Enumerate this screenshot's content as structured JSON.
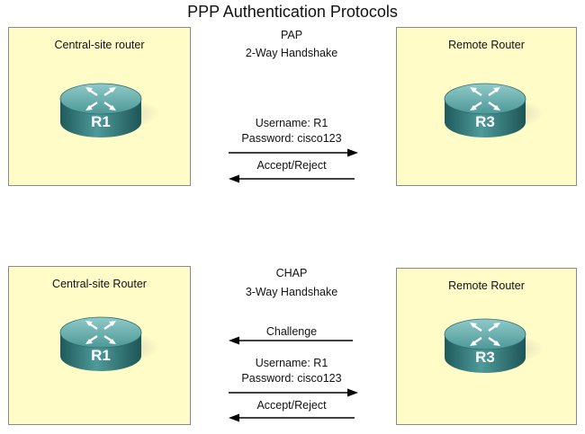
{
  "title": "PPP Authentication Protocols",
  "pap": {
    "left_box_label": "Central-site router",
    "right_box_label": "Remote Router",
    "left_router_name": "R1",
    "right_router_name": "R3",
    "protocol": "PAP",
    "handshake": "2-Way Handshake",
    "message_username": "Username: R1",
    "message_password": "Password: cisco123",
    "reply": "Accept/Reject"
  },
  "chap": {
    "left_box_label": "Central-site Router",
    "right_box_label": "Remote Router",
    "left_router_name": "R1",
    "right_router_name": "R3",
    "protocol": "CHAP",
    "handshake": "3-Way Handshake",
    "challenge": "Challenge",
    "message_username": "Username: R1",
    "message_password": "Password: cisco123",
    "reply": "Accept/Reject"
  },
  "colors": {
    "box_fill": "#fffcc8",
    "router_body": "#3f8a8c",
    "router_top": "#6fb4b3",
    "router_label": "#ffffff"
  }
}
